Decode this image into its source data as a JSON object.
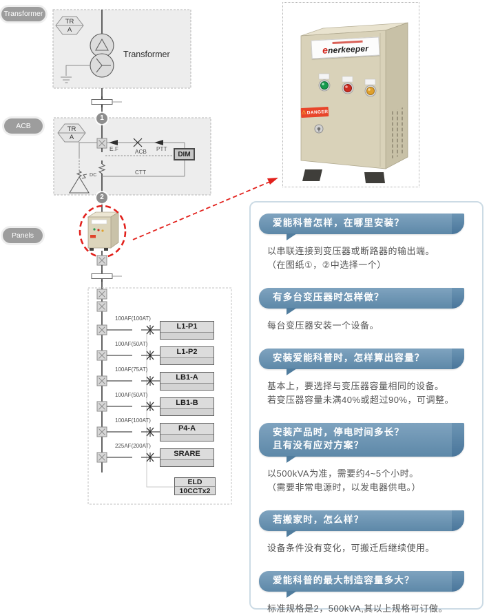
{
  "section_labels": {
    "transformer": "Transformer",
    "acb": "ACB",
    "panels": "Panels"
  },
  "diagram": {
    "hex": {
      "top": "TR",
      "bottom": "A"
    },
    "transformer_label": "Transformer",
    "node1": "1",
    "node2": "2",
    "acb_labels": {
      "ef": "E.F",
      "ptt": "PTT",
      "acb": "ACB",
      "dim": "DIM",
      "ctt": "CTT",
      "dc": "DC"
    },
    "feeders": [
      {
        "rating": "100AF(100AT)",
        "name": "L1-P1"
      },
      {
        "rating": "100AF(50AT)",
        "name": "L1-P2"
      },
      {
        "rating": "100AF(75AT)",
        "name": "LB1-A"
      },
      {
        "rating": "100AF(50AT)",
        "name": "LB1-B"
      },
      {
        "rating": "100AF(100AT)",
        "name": "P4-A"
      },
      {
        "rating": "225AF(200AT)",
        "name": "SRARE"
      }
    ],
    "eld_box": {
      "line1": "ELD",
      "line2": "10CCTx2"
    }
  },
  "product": {
    "logo_e": "e",
    "logo_rest": "nerkeeper",
    "danger_label": "DANGER",
    "warn_glyph": "⚠"
  },
  "faq": {
    "items": [
      {
        "q": [
          "爱能科普怎样，在哪里安装？"
        ],
        "a": [
          "以串联连接到变压器或断路器的输出端。",
          "（在图纸①，②中选择一个）"
        ]
      },
      {
        "q": [
          "有多台变压器时怎样做？"
        ],
        "a": [
          "每台变压器安装一个设备。"
        ]
      },
      {
        "q": [
          "安装爱能科普时，怎样算出容量？"
        ],
        "a": [
          "基本上，要选择与变压器容量相同的设备。",
          "若变压器容量未满40%或超过90%，可调整。"
        ]
      },
      {
        "q": [
          "安装产品时，停电时间多长？",
          "且有没有应对方案？"
        ],
        "a": [
          "以500kVA为准，需要约4~5个小时。",
          "（需要非常电源时，以发电器供电。）"
        ]
      },
      {
        "q": [
          "若搬家时，怎么样？"
        ],
        "a": [
          "设备条件没有变化，可搬迁后继续使用。"
        ]
      },
      {
        "q": [
          "爱能科普的最大制造容量多大？"
        ],
        "a": [
          "标准规格是2，500kVA,其以上规格可订做。"
        ]
      }
    ]
  },
  "colors": {
    "accent_red": "#e2211c",
    "bubble_blue": "#6a91ae",
    "panel_border": "#ccdbe5",
    "cabinet_beige": "#d9d2b9",
    "indicator_green": "#169a4e",
    "indicator_red": "#cd2d22",
    "indicator_amber": "#dfa02c",
    "pill_gray": "#9d9d9d"
  }
}
